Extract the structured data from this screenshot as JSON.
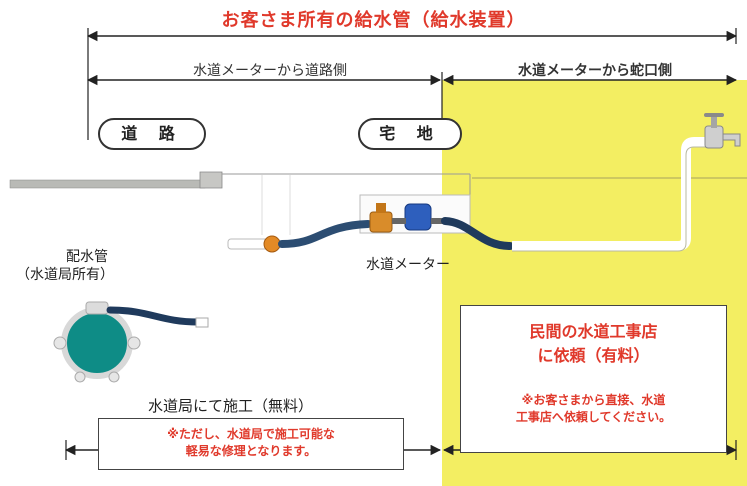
{
  "title": "お客さま所有の給水管（給水装置）",
  "segments": {
    "left_label": "水道メーターから道路側",
    "right_label": "水道メーターから蛇口側"
  },
  "zones": {
    "road": "道 路",
    "residence": "宅 地"
  },
  "labels": {
    "main_pipe_line1": "配水管",
    "main_pipe_line2": "（水道局所有）",
    "water_meter": "水道メーター"
  },
  "left_box": {
    "heading": "水道局にて施工（無料）",
    "note_line1": "※ただし、水道局で施工可能な",
    "note_line2": "軽易な修理となります。"
  },
  "right_box": {
    "heading_line1": "民間の水道工事店",
    "heading_line2": "に依頼（有料）",
    "note_line1": "※お客さまから直接、水道",
    "note_line2": "工事店へ依頼してください。"
  },
  "colors": {
    "accent_red": "#e0392b",
    "private_zone_yellow": "#f3ee62",
    "main_pipe_teal": "#0e8c86"
  }
}
